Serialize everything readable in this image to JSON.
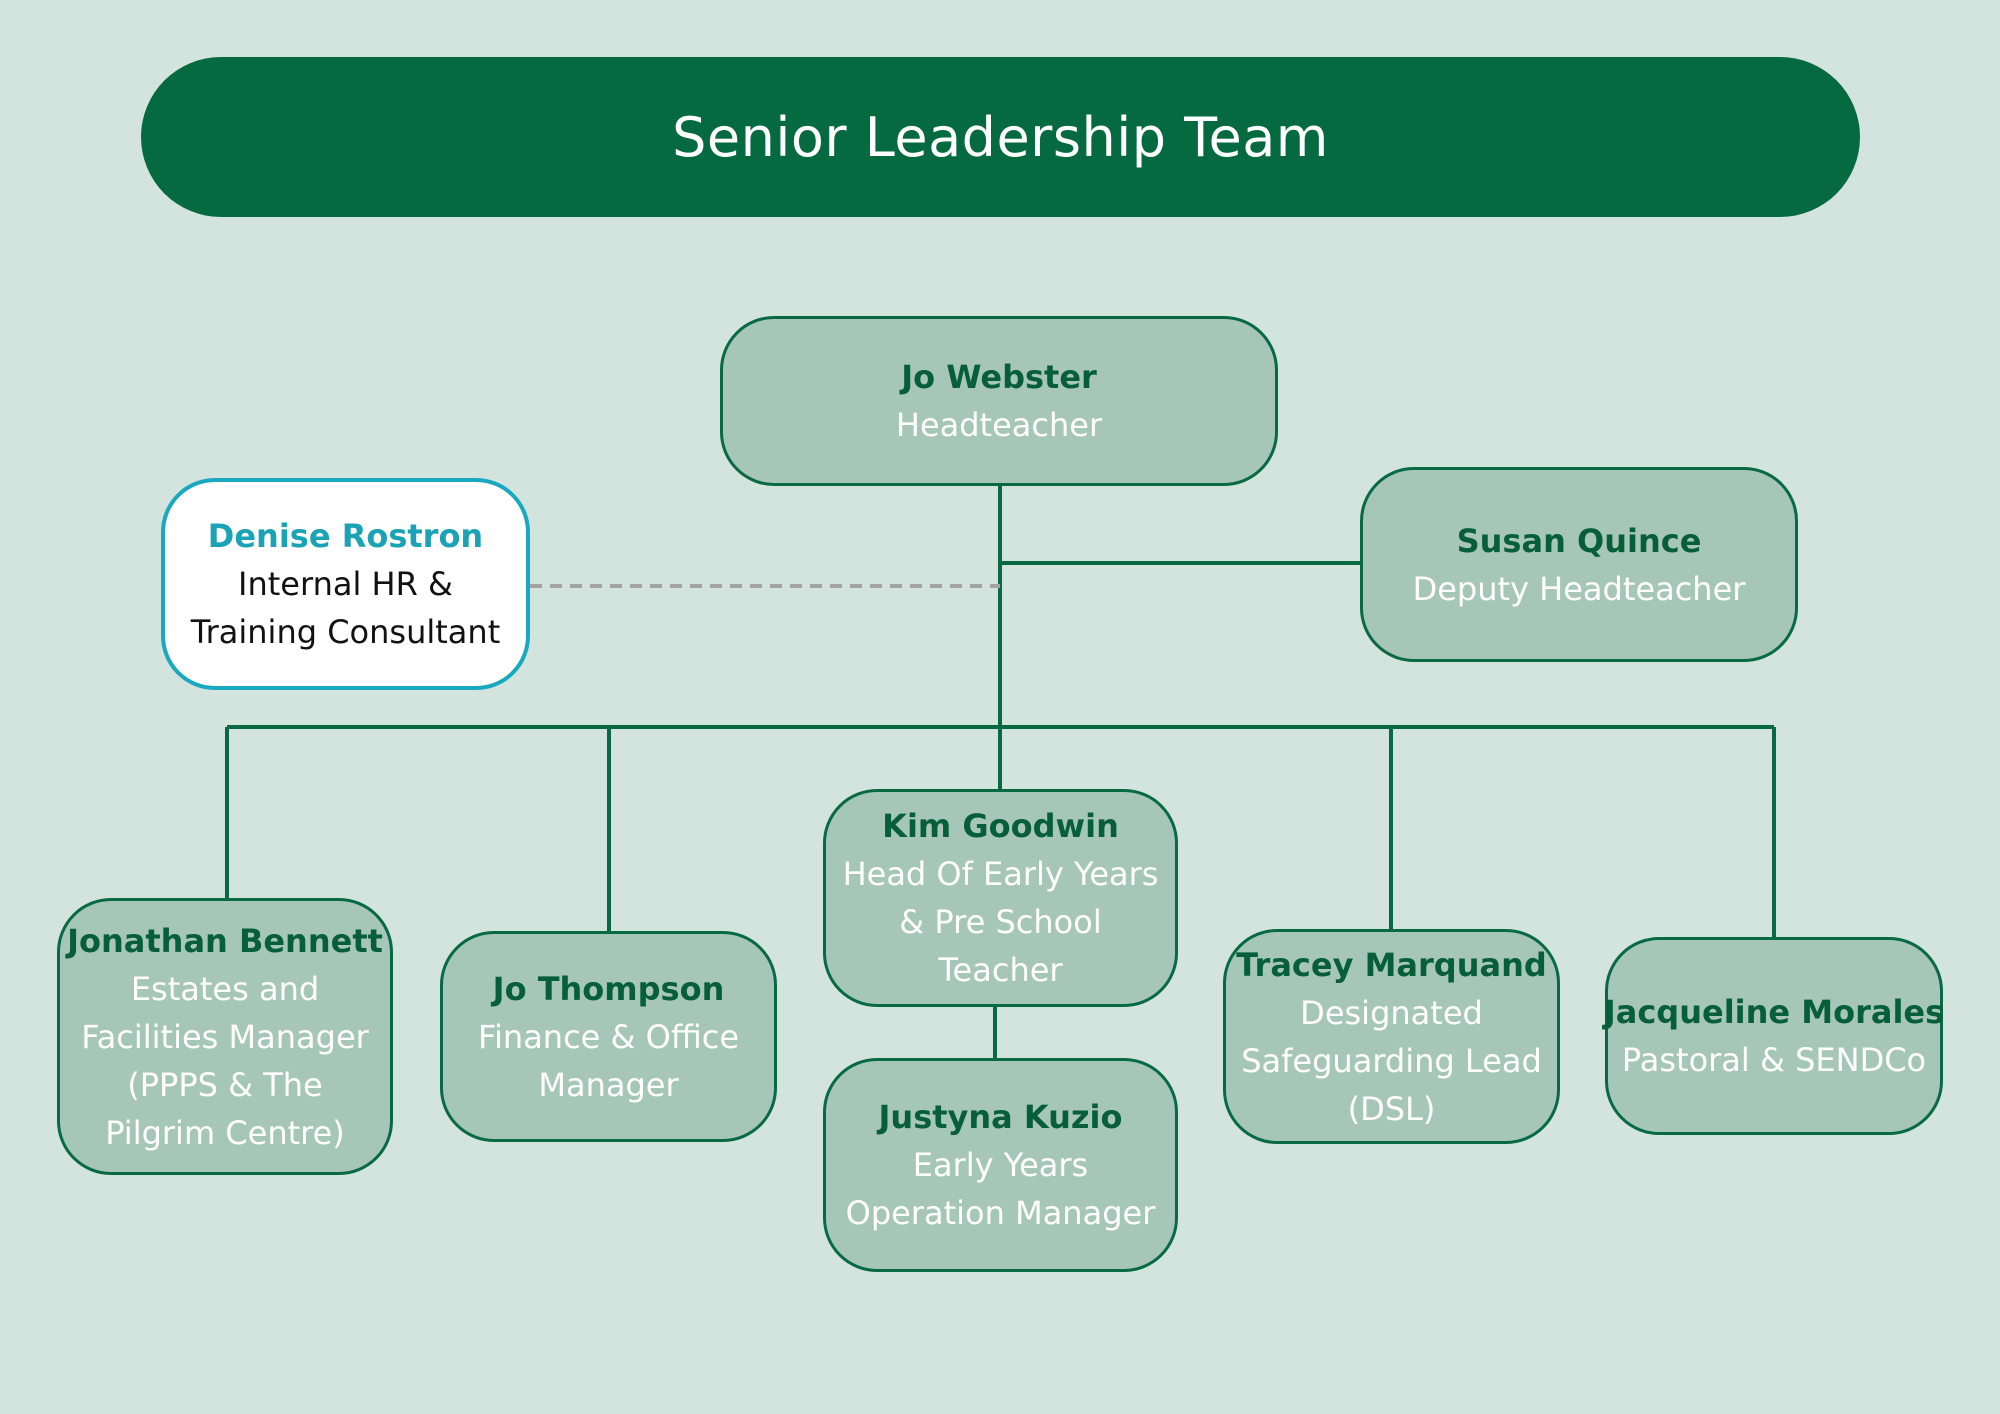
{
  "title": "Senior Leadership Team",
  "colors": {
    "background": "#d3e3dd",
    "banner": "#066a40",
    "node_fill": "#a6c6b9",
    "node_border": "#086a42",
    "name_text": "#075f3a",
    "consultant_border": "#1aa8bf",
    "consultant_name": "#1aa3b5"
  },
  "nodes": {
    "headteacher": {
      "name": "Jo Webster",
      "role": "Headteacher"
    },
    "deputy": {
      "name": "Susan Quince",
      "role": "Deputy Headteacher"
    },
    "consultant": {
      "name": "Denise Rostron",
      "role": "Internal HR &\nTraining Consultant"
    },
    "estates": {
      "name": "Jonathan Bennett",
      "role": "Estates and\nFacilities Manager\n(PPPS & The\nPilgrim Centre)"
    },
    "finance": {
      "name": "Jo Thompson",
      "role": "Finance & Office\nManager"
    },
    "early_years_head": {
      "name": "Kim Goodwin",
      "role": "Head Of Early Years\n& Pre School\nTeacher"
    },
    "early_years_ops": {
      "name": "Justyna Kuzio",
      "role": "Early Years\nOperation Manager"
    },
    "dsl": {
      "name": "Tracey Marquand",
      "role": "Designated\nSafeguarding Lead\n(DSL)"
    },
    "pastoral": {
      "name": "Jacqueline Morales",
      "role": "Pastoral & SENDCo"
    }
  }
}
